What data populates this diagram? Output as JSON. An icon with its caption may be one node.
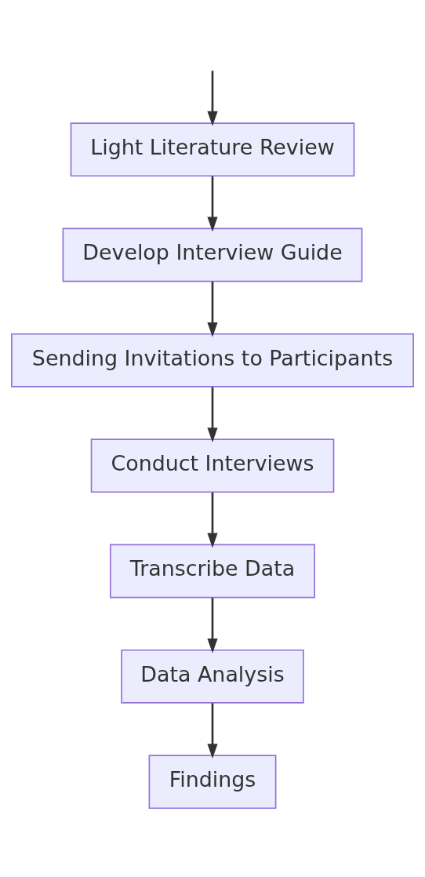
{
  "diagram": {
    "nodes": [
      {
        "text": [
          "Light Literature Review"
        ]
      },
      {
        "text": [
          "Develop Interview Guide"
        ]
      },
      {
        "text": [
          "Sending Invitations to Participants"
        ]
      },
      {
        "text": [
          "Conduct Interviews"
        ]
      },
      {
        "text": [
          "Transcribe Data"
        ]
      },
      {
        "text": [
          "Data Analysis"
        ]
      },
      {
        "text": [
          "Findings"
        ]
      }
    ],
    "edges": [
      {
        "from": null,
        "to": 0,
        "arrow": "to"
      },
      {
        "from": 0,
        "to": 1,
        "arrow": "to"
      },
      {
        "from": 1,
        "to": 2,
        "arrow": "to"
      },
      {
        "from": 2,
        "to": 3,
        "arrow": "to"
      },
      {
        "from": 3,
        "to": 4,
        "arrow": "to"
      },
      {
        "from": 4,
        "to": 5,
        "arrow": "to"
      },
      {
        "from": 5,
        "to": 6,
        "arrow": "to"
      }
    ]
  }
}
